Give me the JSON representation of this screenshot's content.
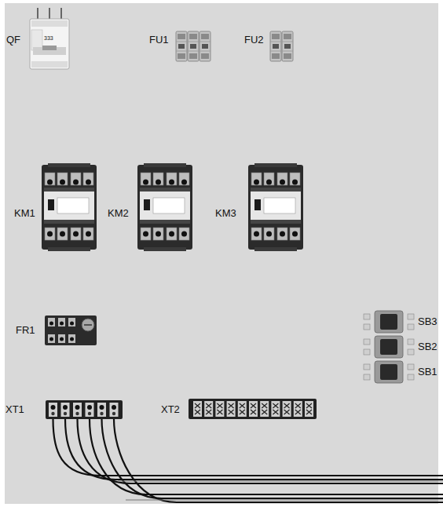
{
  "diagram": {
    "labels": [
      "QF",
      "333",
      "FU1",
      "FU2",
      "KM1",
      "KM2",
      "KM3",
      "FR1",
      "SB3",
      "SB2",
      "SB1",
      "XT1",
      "XT2"
    ]
  }
}
